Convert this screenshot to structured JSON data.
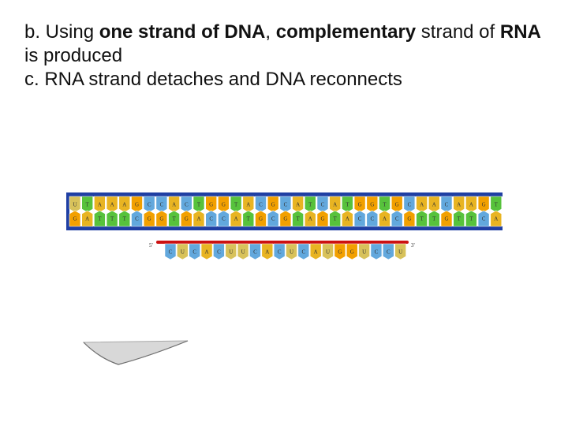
{
  "slide": {
    "line_b": {
      "prefix": "b. Using ",
      "bold1": "one strand of DNA",
      "sep": ", ",
      "bold2": "complementary",
      "mid": " strand of ",
      "bold3": "RNA",
      "suffix": " is produced"
    },
    "line_c": "c. RNA strand detaches and DNA reconnects"
  },
  "figure": {
    "dna_top_bases": [
      "U",
      "T",
      "A",
      "A",
      "A",
      "G",
      "C",
      "C",
      "A",
      "C",
      "T",
      "G",
      "G",
      "T",
      "A",
      "C",
      "G",
      "C",
      "A",
      "T",
      "C",
      "A",
      "T",
      "G",
      "G",
      "T",
      "G",
      "C",
      "A",
      "A",
      "C",
      "A",
      "A",
      "G",
      "T"
    ],
    "dna_bottom_bases": [
      "G",
      "A",
      "T",
      "T",
      "T",
      "C",
      "G",
      "G",
      "T",
      "G",
      "A",
      "C",
      "C",
      "A",
      "T",
      "G",
      "C",
      "G",
      "T",
      "A",
      "G",
      "T",
      "A",
      "C",
      "C",
      "A",
      "C",
      "G",
      "T",
      "T",
      "G",
      "T",
      "T",
      "C",
      "A"
    ],
    "rna_bases": [
      "C",
      "U",
      "C",
      "A",
      "C",
      "U",
      "U",
      "C",
      "A",
      "C",
      "U",
      "C",
      "A",
      "U",
      "G",
      "G",
      "U",
      "C",
      "C",
      "U"
    ],
    "rna_end_5": "5'",
    "rna_end_3": "3'",
    "colors": {
      "backbone": "#1f3fa3",
      "rna_backbone": "#cc1111",
      "A": "#e8b422",
      "U": "#d8c25a",
      "T": "#57c23c",
      "G": "#f2a000",
      "C": "#62a8dd",
      "curve_fill": "#d8d8d8",
      "curve_stroke": "#a8a8a8"
    }
  }
}
